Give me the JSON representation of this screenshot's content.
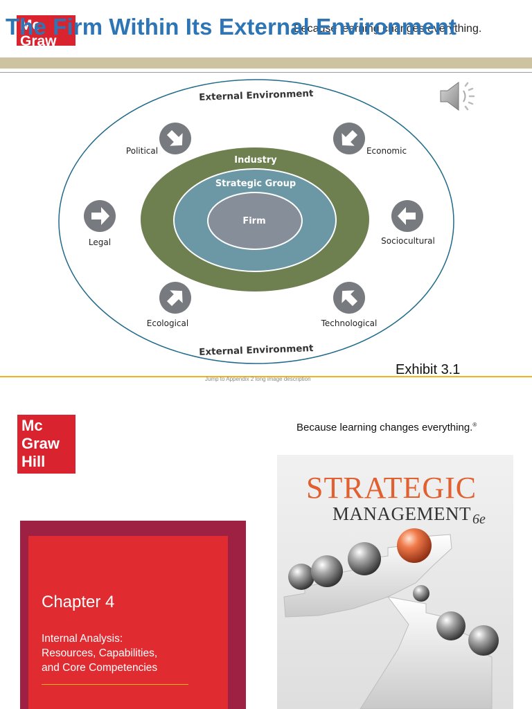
{
  "slide1": {
    "logo_text": [
      "Mc",
      "Graw"
    ],
    "title": "The Firm Within Its External Environment",
    "tagline_overlap": "Because learning changes everything.",
    "exhibit_label": "Exhibit 3.1",
    "jump_link": "Jump to Appendix 2 long image description",
    "diagram": {
      "outer_label_top": "External Environment",
      "outer_label_bottom": "External Environment",
      "industry": "Industry",
      "strategic_group": "Strategic Group",
      "firm": "Firm",
      "forces": {
        "political": "Political",
        "economic": "Economic",
        "legal": "Legal",
        "sociocultural": "Sociocultural",
        "ecological": "Ecological",
        "technological": "Technological"
      },
      "colors": {
        "industry": "#6f8050",
        "strategic_group": "#6c97a4",
        "firm": "#868e99",
        "arrow": "#777b80"
      }
    }
  },
  "slide2": {
    "logo_text": [
      "Mc",
      "Graw",
      "Hill"
    ],
    "tagline": "Because learning changes everything.",
    "tagline_mark": "®",
    "book": {
      "title_line1": "STRATEGIC",
      "title_line2": "MANAGEMENT",
      "edition": "6e"
    },
    "chapter": {
      "title": "Chapter 4",
      "subtitle_lines": [
        "Internal Analysis:",
        "Resources, Capabilities,",
        "and Core Competencies"
      ]
    },
    "colors": {
      "brand_red": "#d9232e",
      "maroon": "#9e2042",
      "chapter_red": "#e02b30",
      "gold": "#f2b41c"
    }
  }
}
